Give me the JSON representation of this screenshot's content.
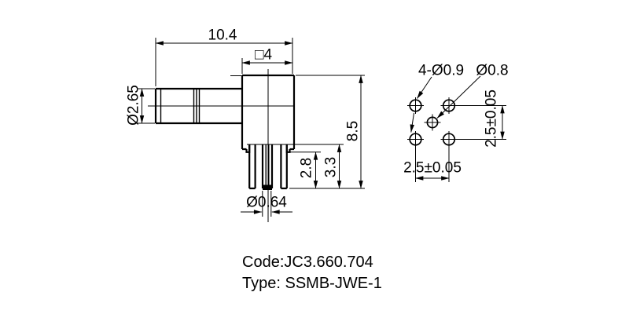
{
  "side_view": {
    "overall_width": "10.4",
    "square_flange": "□4",
    "barrel_diameter": "Ø2.65",
    "body_height": "8.5",
    "pin_length_short": "2.8",
    "pin_length_long": "3.3",
    "center_pin_diameter": "Ø0.64"
  },
  "footprint_view": {
    "mounting_holes": "4-Ø0.9",
    "center_hole": "Ø0.8",
    "pitch_vertical": "2.5±0.05",
    "pitch_horizontal": "2.5±0.05"
  },
  "title_block": {
    "code_line": "Code:JC3.660.704",
    "type_line": "Type: SSMB-JWE-1"
  },
  "colors": {
    "line": "#000000",
    "background": "#ffffff"
  }
}
